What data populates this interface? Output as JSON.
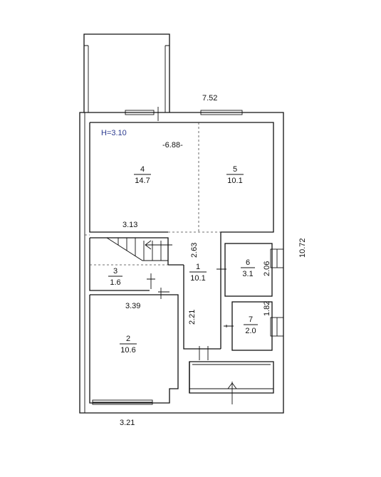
{
  "colors": {
    "line": "#111111",
    "height_text": "#2b3a8f",
    "background": "#ffffff"
  },
  "height_label": "H=3.10",
  "dimensions": {
    "top_width": "7.52",
    "inner_width": "-6.88-",
    "right_height": "10.72",
    "bottom_width": "3.21",
    "stair_width": "3.13",
    "room2_width": "3.39",
    "hall_height_upper": "2.63",
    "hall_height_lower": "2.21",
    "room6_height": "2.06",
    "room7_height": "1.82"
  },
  "rooms": [
    {
      "number": "1",
      "area": "10.1"
    },
    {
      "number": "2",
      "area": "10.6"
    },
    {
      "number": "3",
      "area": "1.6"
    },
    {
      "number": "4",
      "area": "14.7"
    },
    {
      "number": "5",
      "area": "10.1"
    },
    {
      "number": "6",
      "area": "3.1"
    },
    {
      "number": "7",
      "area": "2.0"
    }
  ]
}
